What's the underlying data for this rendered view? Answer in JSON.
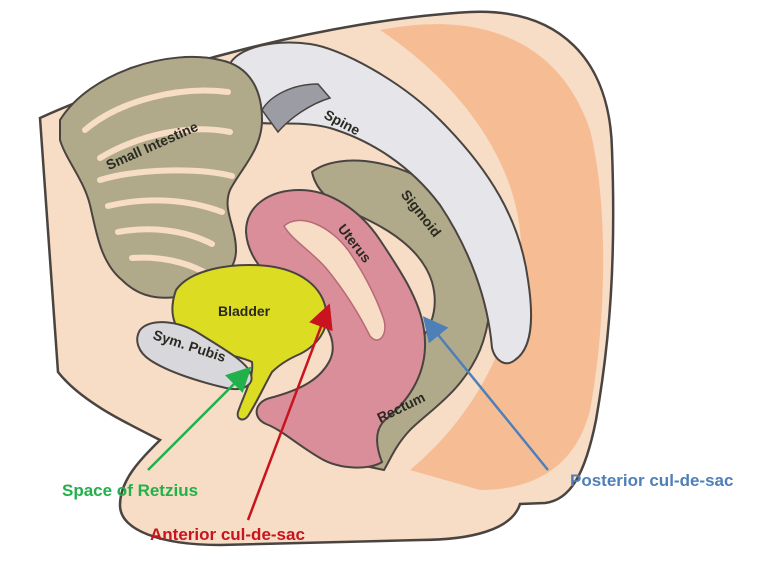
{
  "labels": {
    "small_intestine": "Small Intestine",
    "spine": "Spine",
    "sigmoid": "Sigmoid",
    "uterus": "Uterus",
    "bladder": "Bladder",
    "sym_pubis": "Sym. Pubis",
    "rectum": "Rectum"
  },
  "callouts": {
    "space_of_retzius": "Space of Retzius",
    "anterior_cul_de_sac": "Anterior cul-de-sac",
    "posterior_cul_de_sac": "Posterior cul-de-sac"
  },
  "colors": {
    "skin": "#f7dcc6",
    "peach": "#f5b98f",
    "outline": "#4a4440",
    "intestine": "#b1aa8a",
    "spine": "#e6e6ea",
    "spine_dark": "#9c9ca4",
    "uterus": "#d98e99",
    "uterus_dark": "#b86a75",
    "bladder": "#dcdc22",
    "pubis": "#d8d8dc",
    "green": "#22b04a",
    "red": "#c8141e",
    "blue": "#4d7fb8"
  }
}
